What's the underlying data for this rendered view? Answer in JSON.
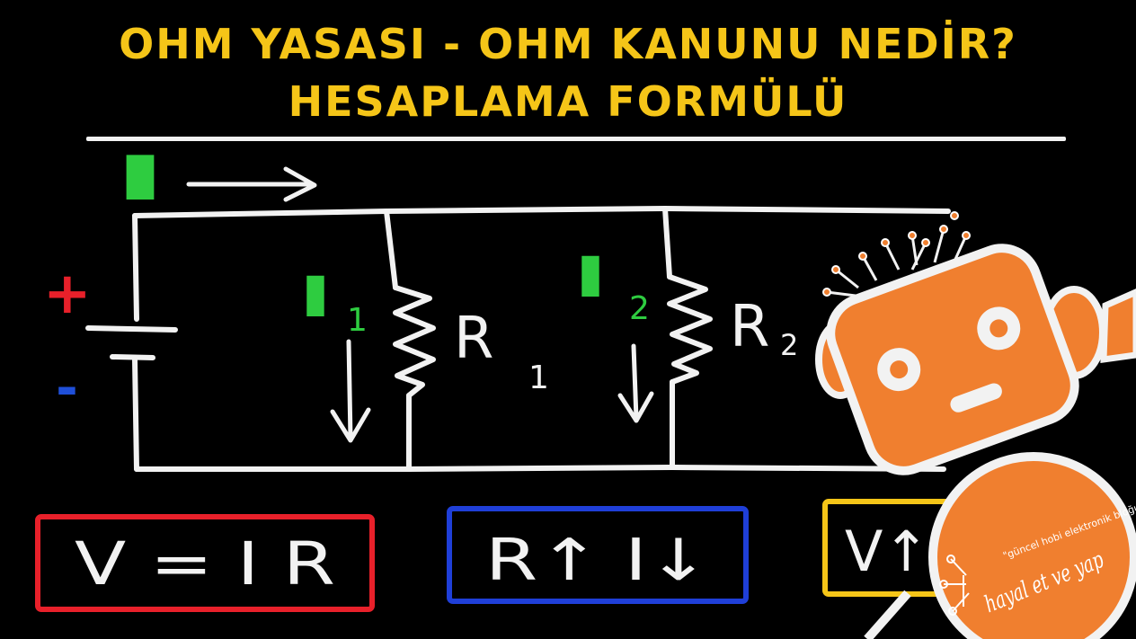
{
  "title": {
    "line1": "OHM YASASI - OHM KANUNU NEDİR?",
    "line2": "HESAPLAMA FORMÜLÜ"
  },
  "circuit": {
    "current_total": "I",
    "current_1": "I",
    "current_1_sub": "1",
    "current_2": "I",
    "current_2_sub": "2",
    "resistor_1": "R",
    "resistor_1_sub": "1",
    "resistor_2": "R",
    "resistor_2_sub": "2",
    "battery_plus": "+",
    "battery_minus": "-"
  },
  "formulas": {
    "ohm_law": "V = I R",
    "relation_resistance": "R↑ I↓",
    "relation_voltage": "V↑"
  },
  "logo": {
    "tagline": "\"güncel hobi elektronik bloğu\"",
    "brand": "hayal et ve yap"
  },
  "colors": {
    "title": "#f5c518",
    "wire": "#f2f2f2",
    "current": "#2ecc40",
    "plus": "#e8202a",
    "minus": "#1f4fd8",
    "box_red": "#e8202a",
    "box_blue": "#1f3fd8",
    "box_yellow": "#f5c518",
    "robot": "#f07f2f"
  }
}
